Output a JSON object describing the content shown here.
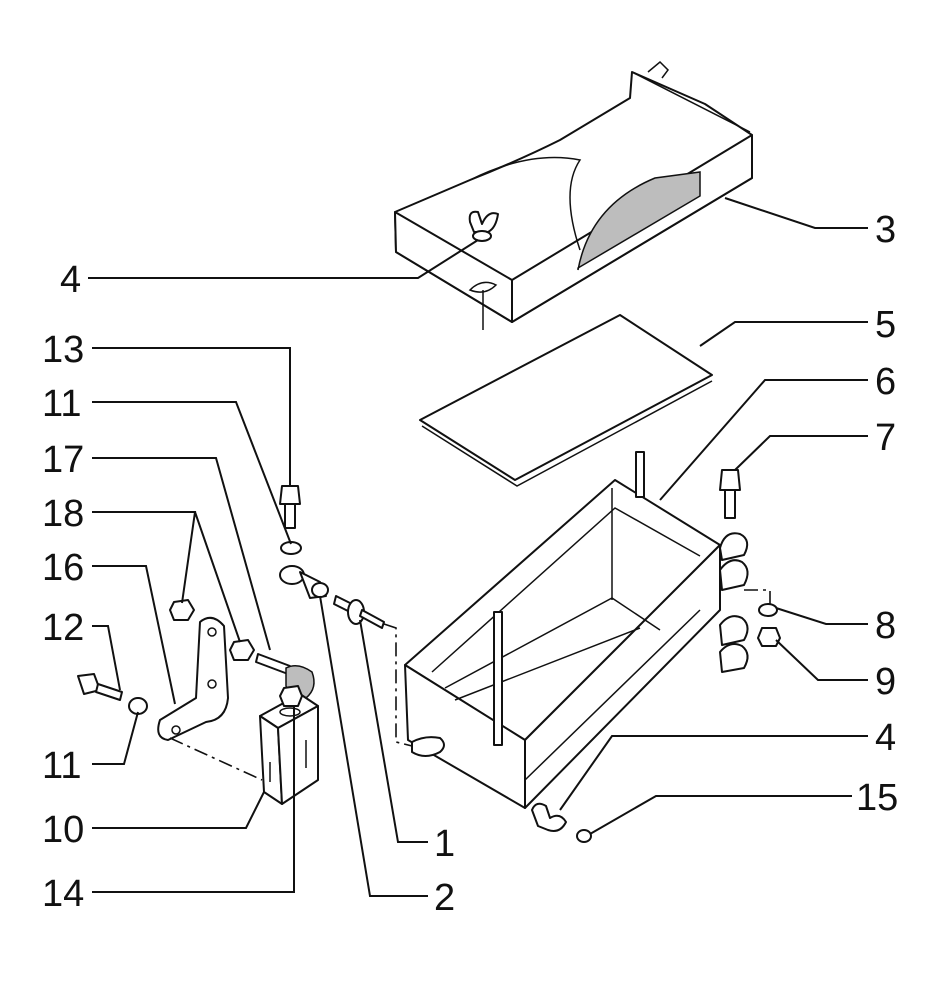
{
  "callouts": [
    {
      "id": "3",
      "text": "3"
    },
    {
      "id": "4a",
      "text": "4"
    },
    {
      "id": "5",
      "text": "5"
    },
    {
      "id": "13",
      "text": "13"
    },
    {
      "id": "6",
      "text": "6"
    },
    {
      "id": "11a",
      "text": "11"
    },
    {
      "id": "7",
      "text": "7"
    },
    {
      "id": "17",
      "text": "17"
    },
    {
      "id": "18",
      "text": "18"
    },
    {
      "id": "16",
      "text": "16"
    },
    {
      "id": "8",
      "text": "8"
    },
    {
      "id": "12",
      "text": "12"
    },
    {
      "id": "9",
      "text": "9"
    },
    {
      "id": "4b",
      "text": "4"
    },
    {
      "id": "11b",
      "text": "11"
    },
    {
      "id": "15",
      "text": "15"
    },
    {
      "id": "10",
      "text": "10"
    },
    {
      "id": "1",
      "text": "1"
    },
    {
      "id": "14",
      "text": "14"
    },
    {
      "id": "2",
      "text": "2"
    }
  ]
}
